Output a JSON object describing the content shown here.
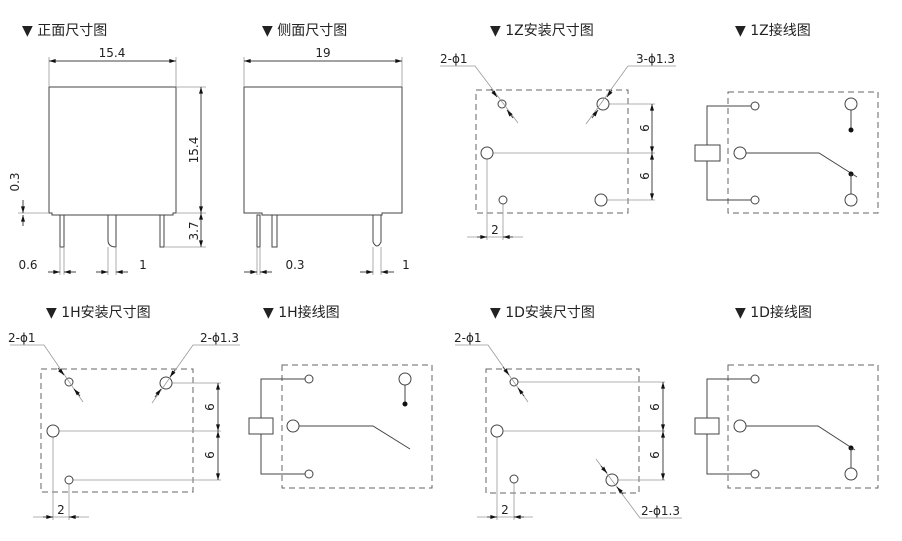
{
  "titles": {
    "front": "▼ 正面尺寸图",
    "side": "▼ 侧面尺寸图",
    "mount_1z": "▼ 1Z安装尺寸图",
    "wiring_1z": "▼ 1Z接线图",
    "mount_1h": "▼ 1H安装尺寸图",
    "wiring_1h": "▼ 1H接线图",
    "mount_1d": "▼ 1D安装尺寸图",
    "wiring_1d": "▼ 1D接线图"
  },
  "front_view": {
    "width": "15.4",
    "height": "15.4",
    "pin_length": "3.7",
    "standoff": "0.3",
    "pin_width": "0.6",
    "pin_pitch": "1"
  },
  "side_view": {
    "width": "19",
    "pin_thickness": "0.3",
    "pin_pitch": "1"
  },
  "mount_1z": {
    "hole_small": "2-ϕ1",
    "hole_large": "3-ϕ1.3",
    "pitch_upper": "6",
    "pitch_lower": "6",
    "offset": "2"
  },
  "mount_1h": {
    "hole_small": "2-ϕ1",
    "hole_large": "2-ϕ1.3",
    "pitch_upper": "6",
    "pitch_lower": "6",
    "offset": "2"
  },
  "mount_1d": {
    "hole_small": "2-ϕ1",
    "hole_large": "2-ϕ1.3",
    "pitch_upper": "6",
    "pitch_lower": "6",
    "offset": "2"
  }
}
